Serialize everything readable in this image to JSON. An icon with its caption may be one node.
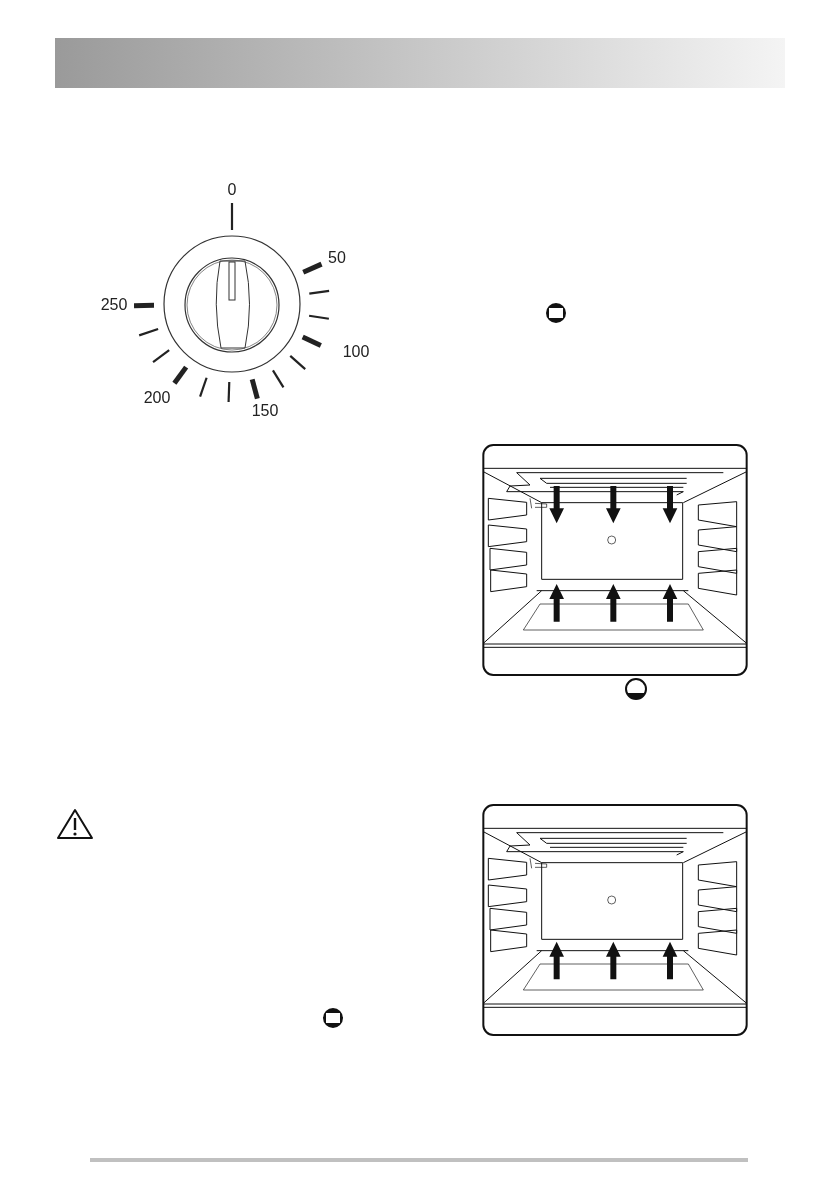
{
  "diagram": {
    "labels": [
      "0",
      "50",
      "250",
      "100",
      "200",
      "150"
    ]
  }
}
